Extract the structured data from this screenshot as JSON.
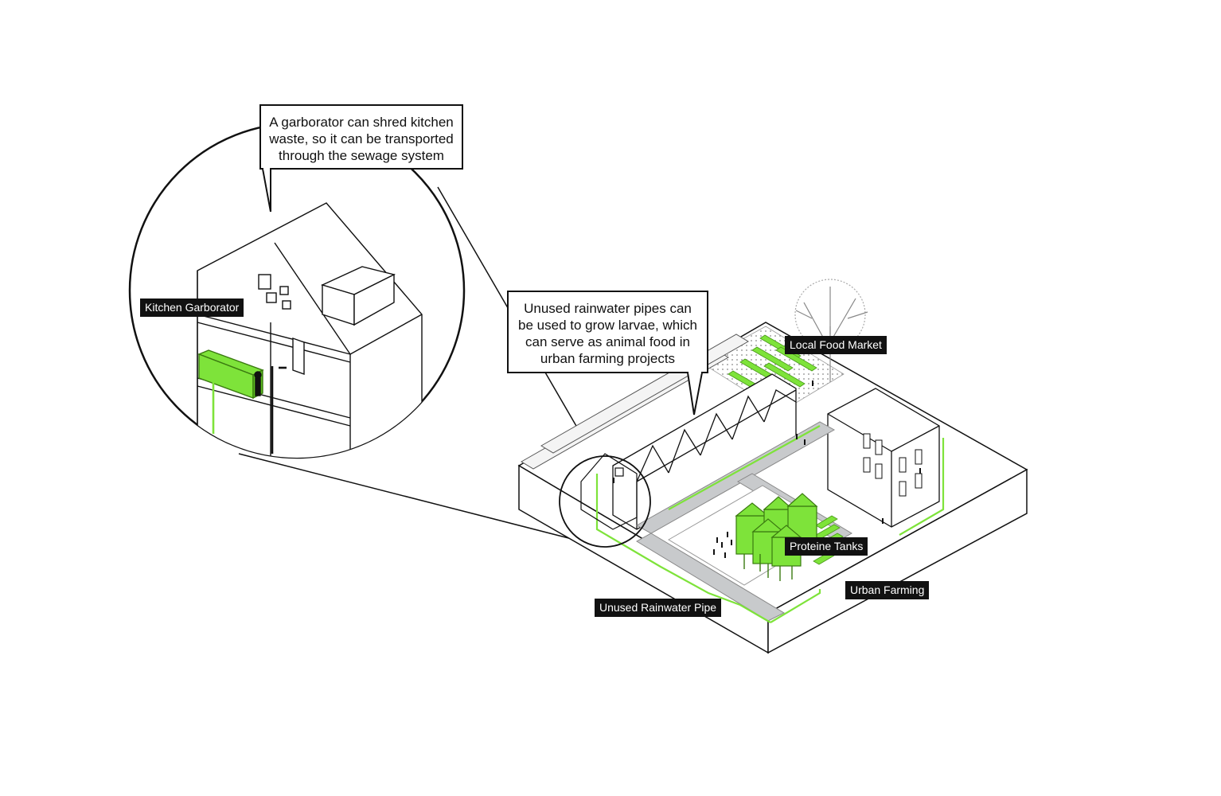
{
  "callouts": {
    "garborator": "A garborator can shred kitchen\nwaste, so it can be transported\nthrough the sewage system",
    "rainwater": "Unused rainwater pipes can\nbe used to grow larvae, which\ncan serve as animal food in\nurban farming projects"
  },
  "labels": {
    "kitchen_garborator": "Kitchen Garborator",
    "local_food_market": "Local Food Market",
    "proteine_tanks": "Proteine Tanks",
    "urban_farming": "Urban Farming",
    "unused_rainwater_pipe": "Unused Rainwater Pipe"
  },
  "colors": {
    "accent_green": "#7ee33a",
    "line": "#111111",
    "road_grey": "#c8cacc",
    "gravel": "#e6e6e6"
  }
}
